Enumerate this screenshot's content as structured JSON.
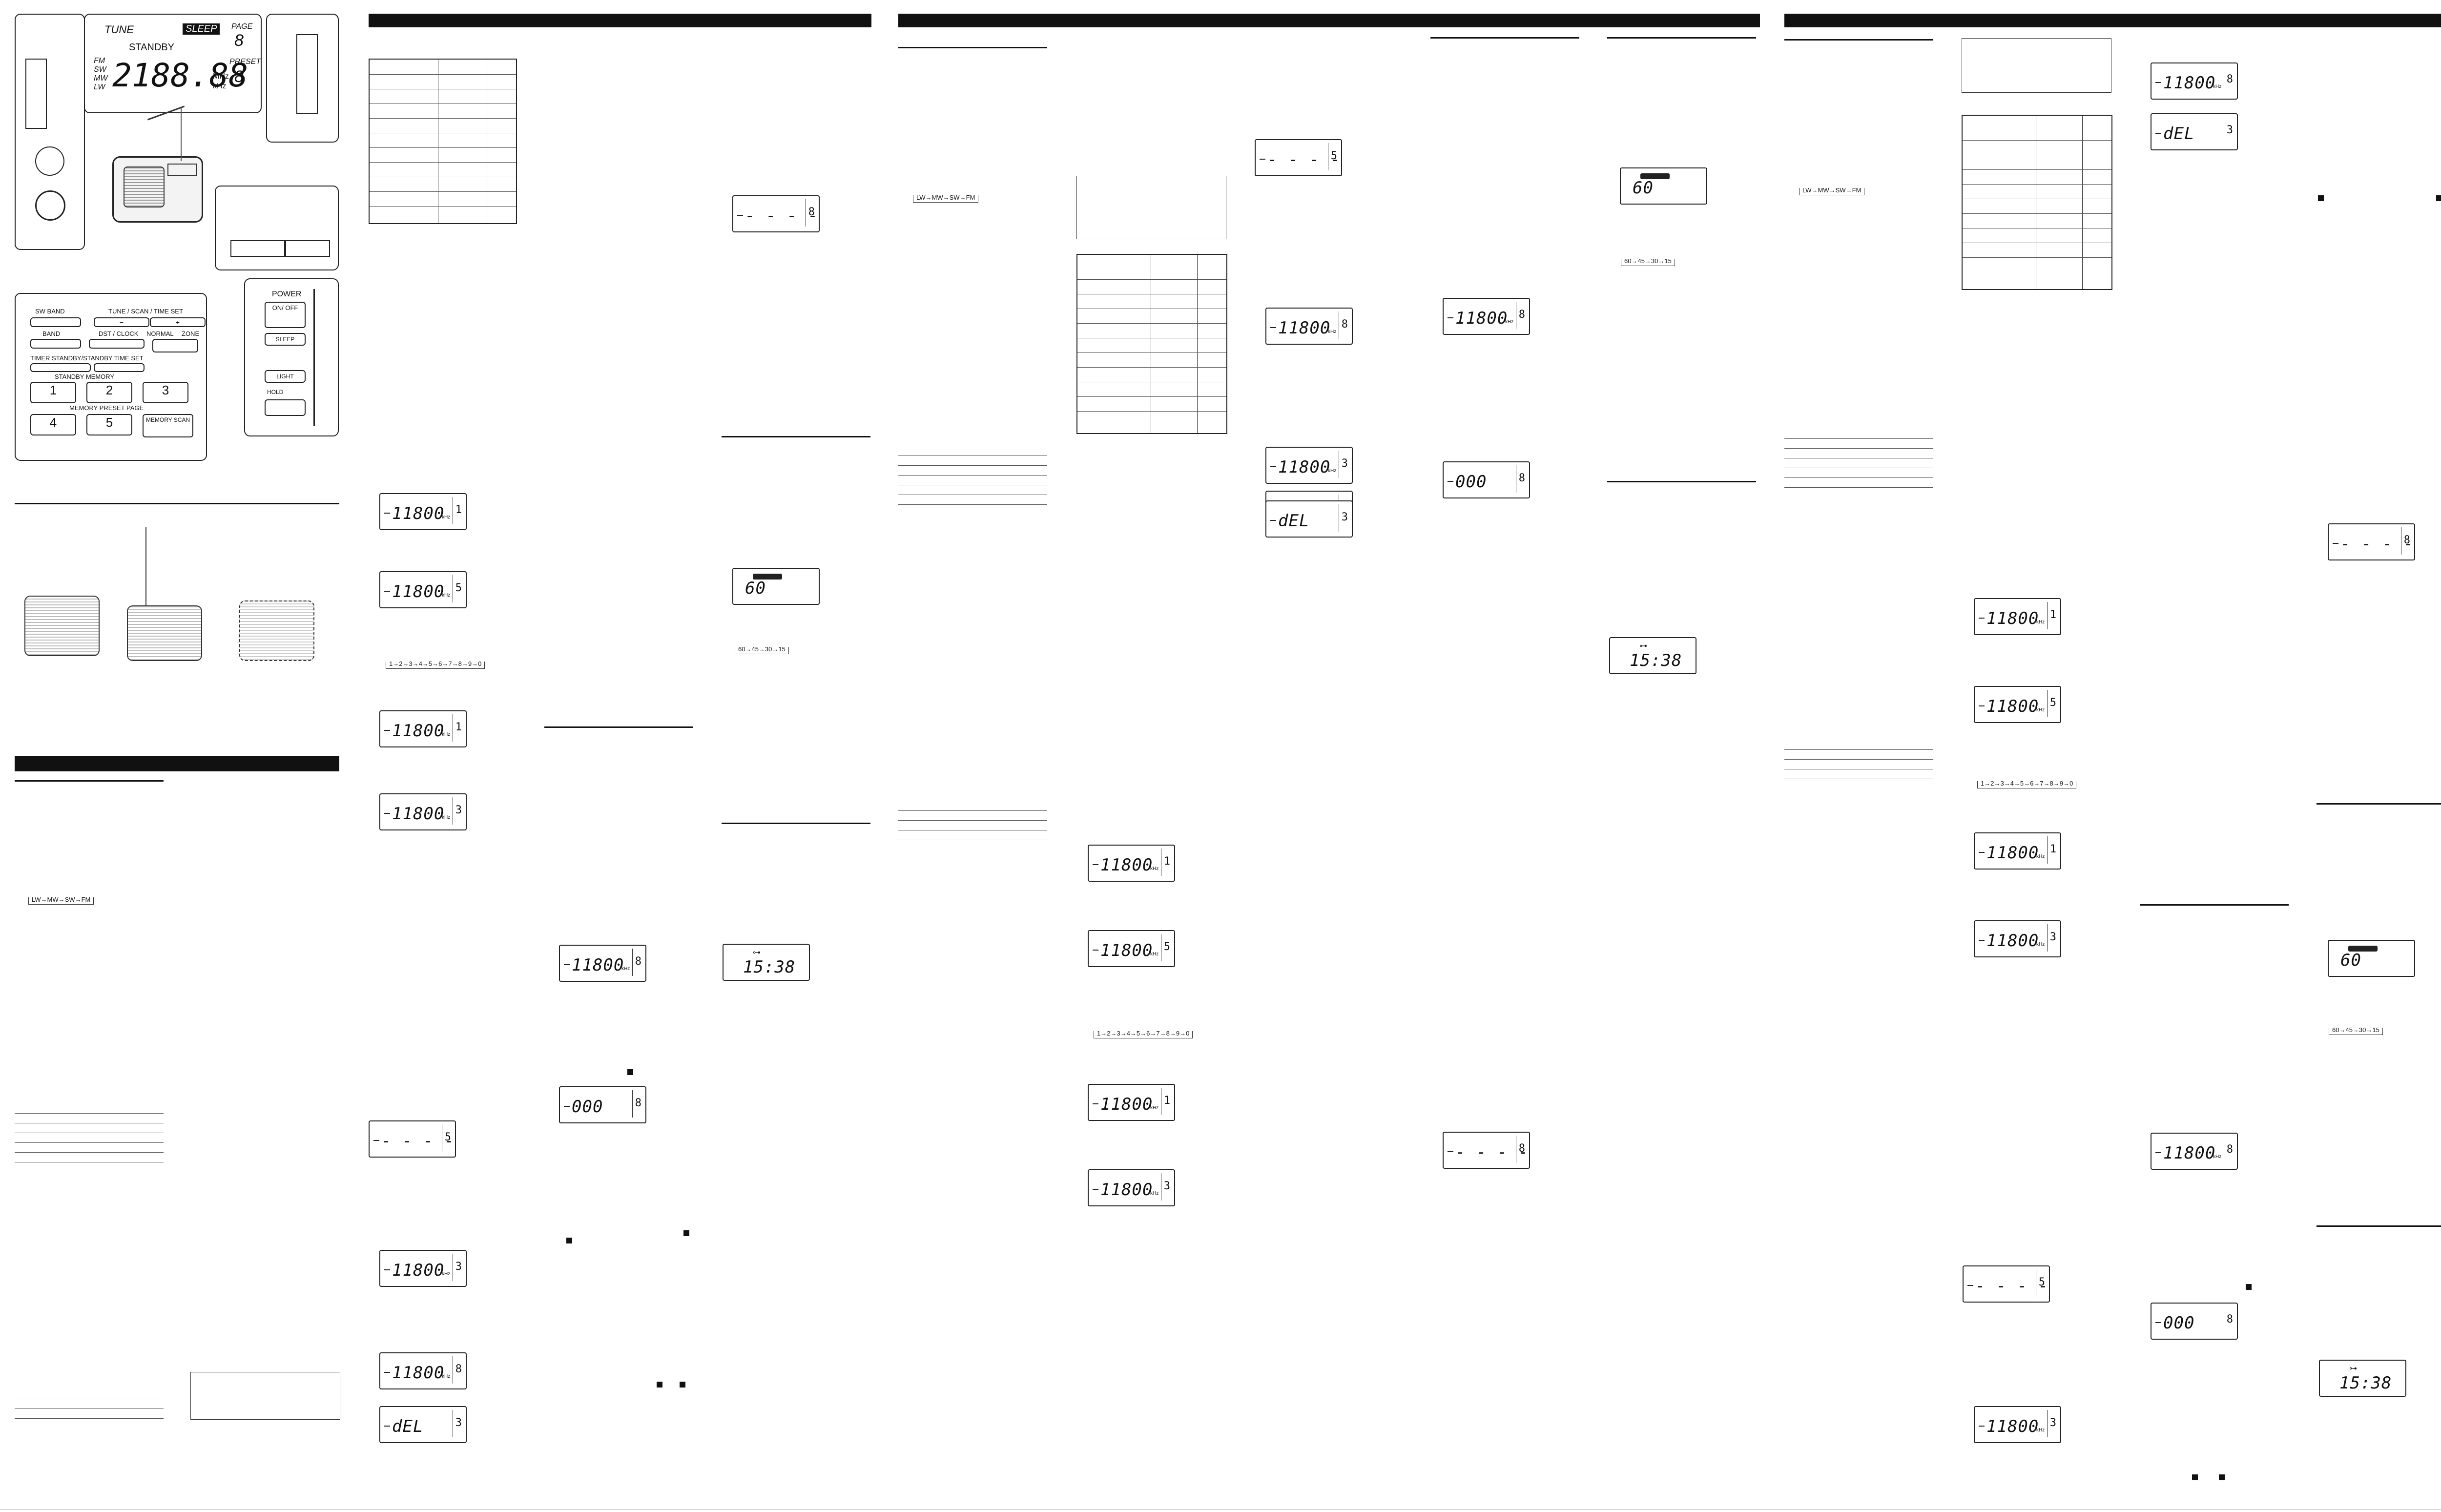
{
  "display": {
    "tune": "TUNE",
    "sleep": "SLEEP",
    "standby": "STANDBY",
    "page": "PAGE",
    "preset": "PRESET",
    "bands": [
      "FM",
      "SW",
      "MW",
      "LW"
    ],
    "units": [
      "MHz",
      "kHz"
    ],
    "freq": "2188.88",
    "digit": "8"
  },
  "controls": {
    "sw_band": "SW BAND",
    "tune_scan": "TUNE / SCAN / TIME SET",
    "band": "BAND",
    "dst": "DST / CLOCK",
    "normal": "NORMAL",
    "zone": "ZONE",
    "timer": "TIMER STANDBY/STANDBY TIME SET",
    "standby_memory": "STANDBY MEMORY",
    "memory_preset_page": "MEMORY PRESET PAGE",
    "memory_scan": "MEMORY SCAN",
    "keys": [
      "1",
      "2",
      "3",
      "4",
      "5"
    ],
    "power": "POWER",
    "on_off": "ON/ OFF",
    "sleep": "SLEEP",
    "light": "LIGHT",
    "hold": "HOLD",
    "minus": "−",
    "plus": "+"
  },
  "lcd": {
    "freq": "11800",
    "unit": "kHz",
    "dashes": "- - - -",
    "del": "dEL",
    "zero": "000",
    "sixty": "60",
    "clock": "15:38",
    "p1": "1",
    "p3": "3",
    "p5": "5",
    "p8": "8",
    "pa": "A"
  },
  "sequences": {
    "bands": "LW→MW→SW→FM",
    "presets": "1→2→3→4→5→6→7→8→9→0",
    "sleep": "60→45→30→15"
  }
}
